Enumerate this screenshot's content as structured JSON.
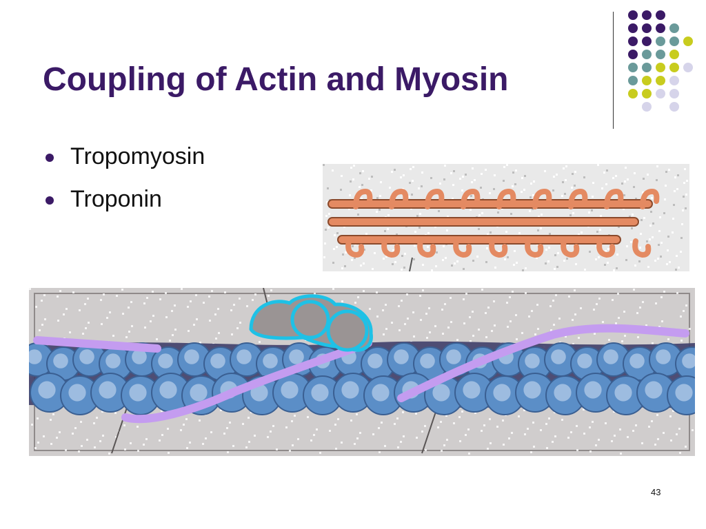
{
  "slide": {
    "title": "Coupling of Actin and Myosin",
    "bullets": [
      {
        "text": "Tropomyosin"
      },
      {
        "text": "Troponin"
      }
    ],
    "page_number": "43"
  },
  "colors": {
    "title": "#3b1a66",
    "dot_purple": "#3b1a66",
    "dot_teal": "#6a9a9a",
    "dot_lime": "#c8cc1e",
    "dot_lavender": "#d6d4ea",
    "myosin_orange": "#e48a62",
    "actin_blue": "#5b8ec7",
    "tropomyosin_violet": "#c49cf0",
    "troponin_outline": "#1ec1e6",
    "troponin_fill": "#9a9494"
  },
  "icons": {
    "dots": "decorative-dot-grid-icon",
    "bullet": "bullet-dot-icon"
  },
  "figures": {
    "myosin": "thick-filament-myosin-illustration",
    "actin": "thin-filament-actin-tropomyosin-troponin-illustration"
  }
}
